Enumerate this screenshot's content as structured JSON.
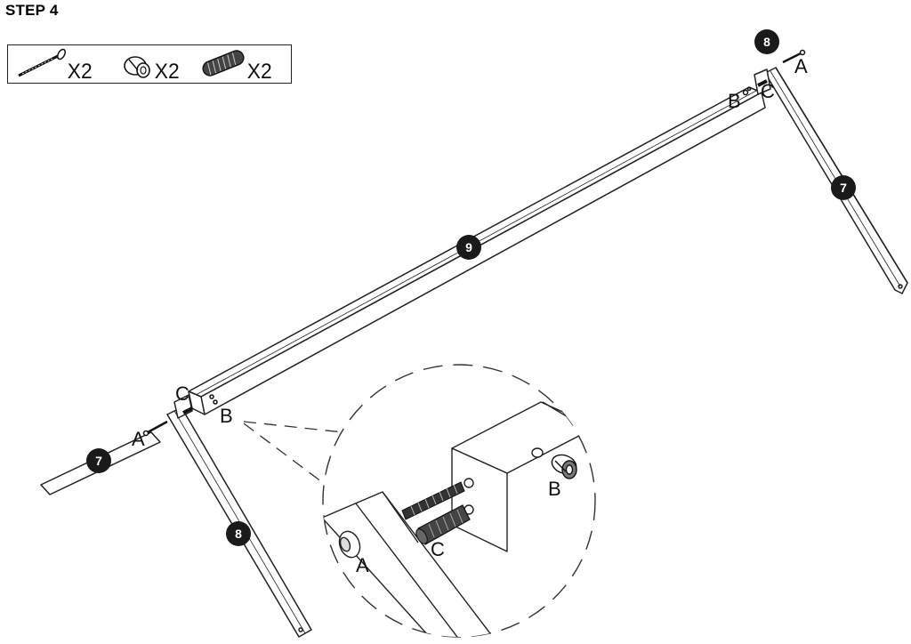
{
  "step": {
    "title": "STEP 4"
  },
  "parts_list": [
    {
      "icon": "bolt-icon",
      "qty": "X2"
    },
    {
      "icon": "barrel-nut-icon",
      "qty": "X2"
    },
    {
      "icon": "wooden-dowel-icon",
      "qty": "X2"
    }
  ],
  "part_numbers": {
    "top_rail": "9",
    "right_leg_badge_top": "8",
    "right_leg_badge": "7",
    "left_leg_badge": "7",
    "left_side_badge": "8"
  },
  "hardware_labels": {
    "bolt": "A",
    "barrel_nut": "B",
    "dowel": "C"
  }
}
